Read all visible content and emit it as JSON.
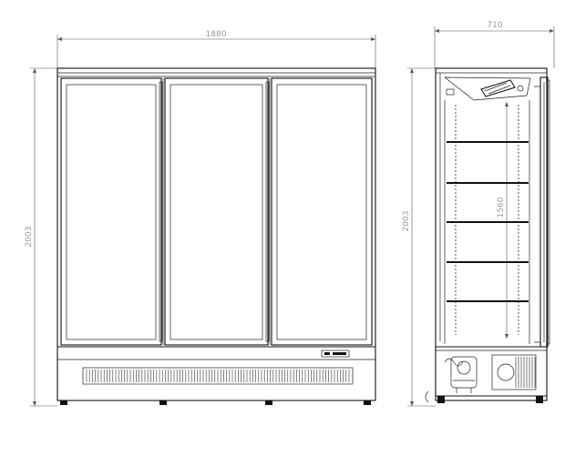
{
  "front_view": {
    "width_label": "1880",
    "height_label": "2003"
  },
  "side_view": {
    "depth_label": "710",
    "height_label": "2003",
    "inner_height_label": "1560"
  },
  "colors": {
    "line": "#111111",
    "dimension_text": "#9a9a9a",
    "background": "#ffffff"
  }
}
